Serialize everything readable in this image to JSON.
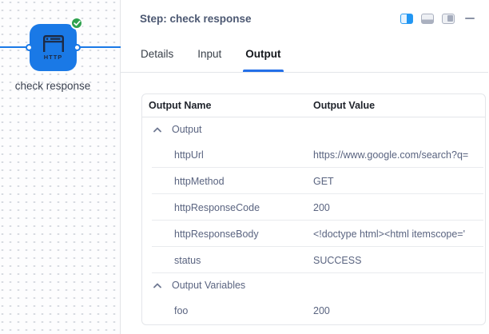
{
  "canvas": {
    "node_label": "check response",
    "node_type_label": "HTTP",
    "node_status": "success"
  },
  "panel": {
    "title": "Step: check response",
    "tabs": [
      {
        "label": "Details"
      },
      {
        "label": "Input"
      },
      {
        "label": "Output"
      }
    ],
    "active_tab": "Output"
  },
  "table": {
    "columns": [
      "Output Name",
      "Output Value"
    ],
    "rows": [
      {
        "type": "group",
        "name": "Output"
      },
      {
        "type": "data",
        "name": "httpUrl",
        "value": "https://www.google.com/search?q="
      },
      {
        "type": "data",
        "name": "httpMethod",
        "value": "GET"
      },
      {
        "type": "data",
        "name": "httpResponseCode",
        "value": "200"
      },
      {
        "type": "data",
        "name": "httpResponseBody",
        "value": "<!doctype html><html itemscope='"
      },
      {
        "type": "data",
        "name": "status",
        "value": "SUCCESS"
      },
      {
        "type": "group",
        "name": "Output Variables"
      },
      {
        "type": "data",
        "name": "foo",
        "value": "200"
      }
    ]
  },
  "colors": {
    "node_blue": "#1a79e6",
    "success_green": "#2fa24f",
    "tab_underline_blue": "#2470e8",
    "active_dock_icon_blue": "#2196f3"
  }
}
